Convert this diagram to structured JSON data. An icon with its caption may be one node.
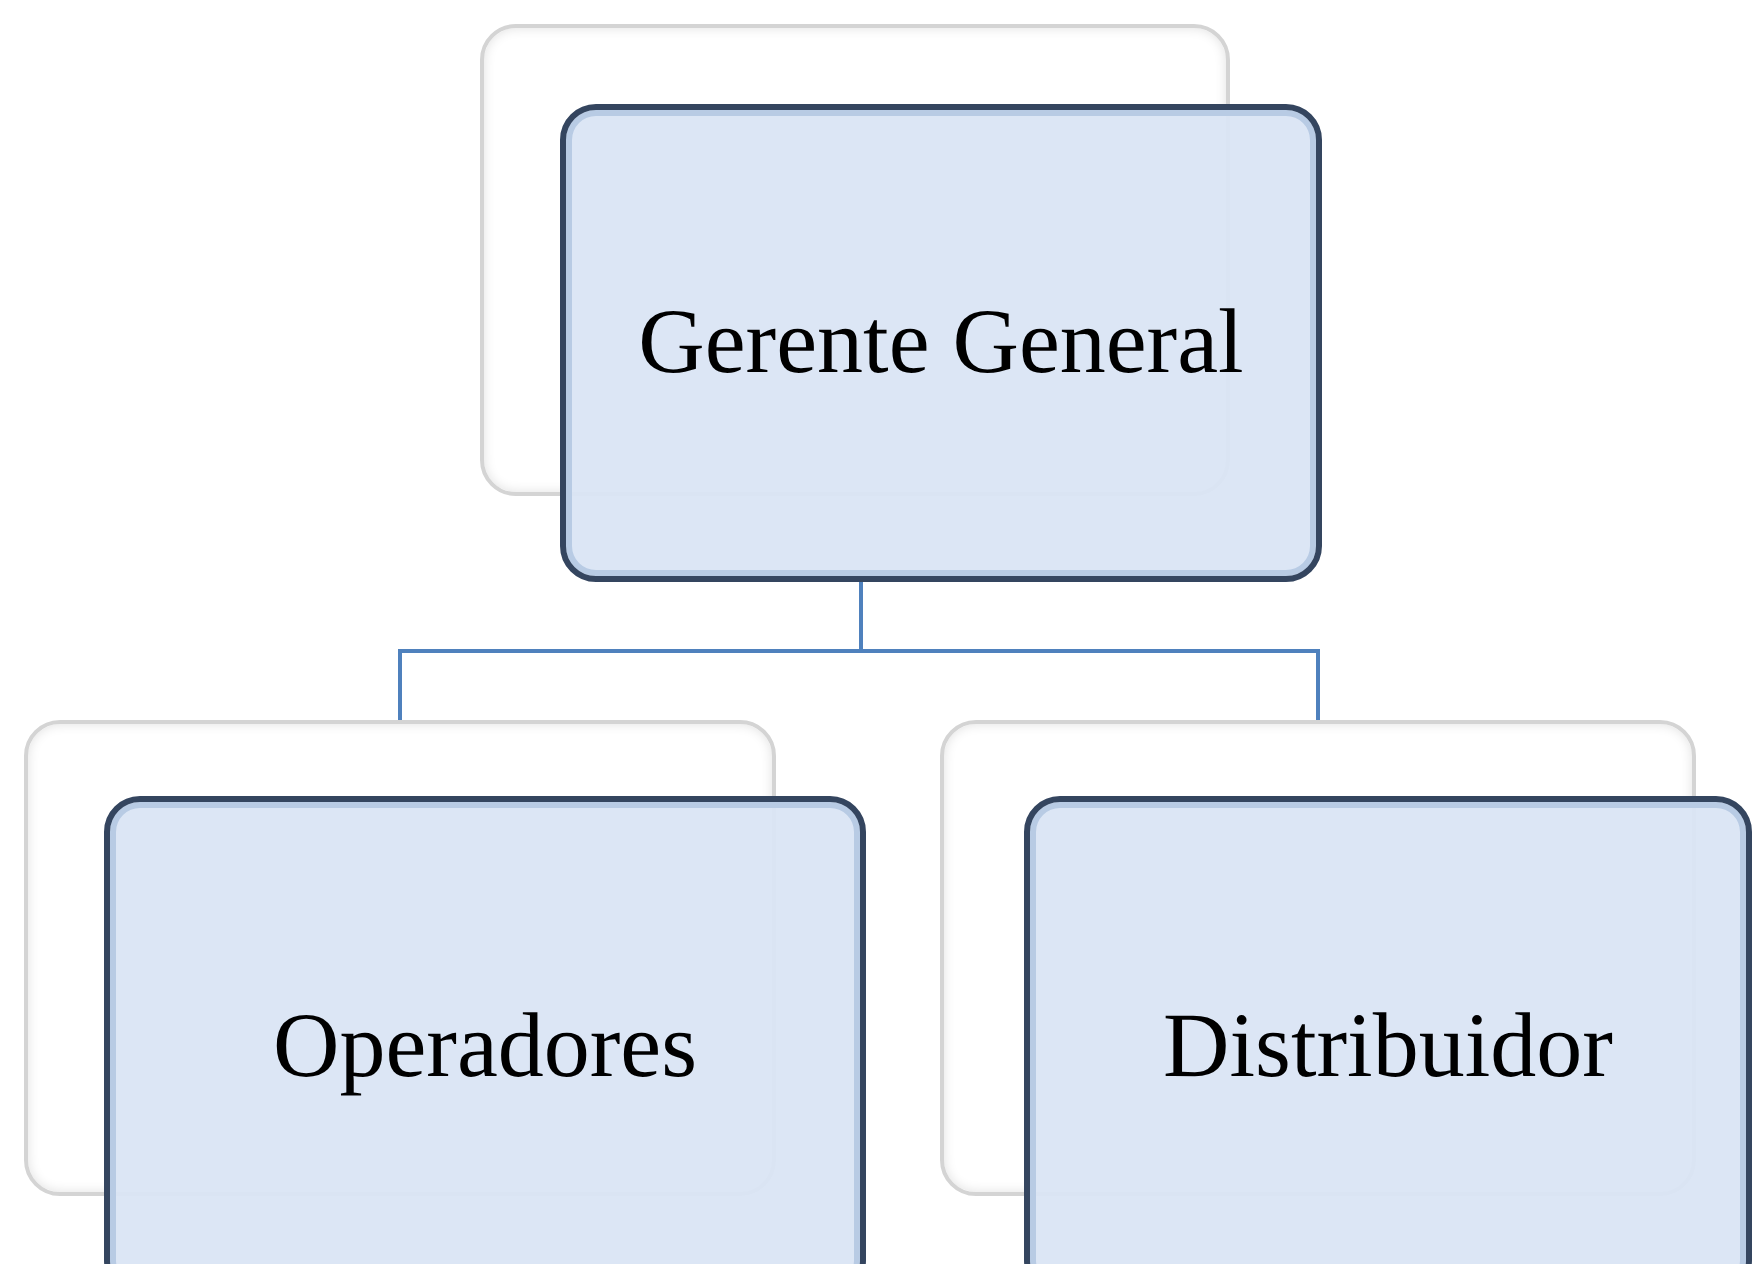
{
  "diagram": {
    "nodes": [
      {
        "text": [
          "Gerente General"
        ]
      },
      {
        "text": [
          "Operadores"
        ]
      },
      {
        "text": [
          "Distribuidor"
        ]
      }
    ],
    "edges": [
      {
        "from": 0,
        "to": 1,
        "arrow": "none"
      },
      {
        "from": 0,
        "to": 2,
        "arrow": "none"
      }
    ]
  }
}
